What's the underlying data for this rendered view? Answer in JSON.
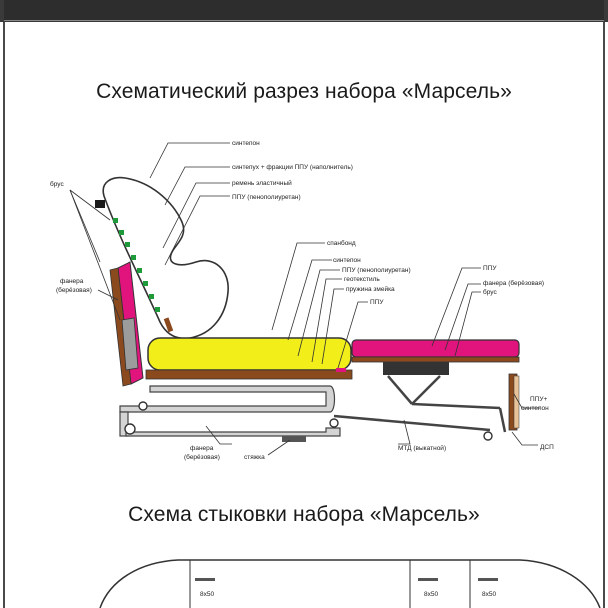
{
  "titles": {
    "section1": "Схематический разрез набора «Марсель»",
    "section2": "Схема стыковки набора «Марсель»"
  },
  "labels": {
    "sintepon_top": "синтепон",
    "sintepuh": "синтепух + фракции ППУ (наполнитель)",
    "remen": "ремень эластичный",
    "ppu_back": "ППУ (пенополиуретан)",
    "brus_left": "брус",
    "fanera_left_1": "фанера",
    "fanera_left_2": "(берёзовая)",
    "spanbond": "спанбонд",
    "sintepon_seat": "синтепон",
    "ppu_seat": "ППУ (пенополиуретан)",
    "geotekstil": "геотекстиль",
    "pruzhina": "пружина змейка",
    "ppu_small": "ППУ",
    "ppu_right": "ППУ",
    "fanera_right": "фанера (берёзовая)",
    "brus_right": "брус",
    "ppu_sintepon_1": "ППУ+",
    "ppu_sintepon_2": "синтепон",
    "fanera_bottom_1": "фанера",
    "fanera_bottom_2": "(берёзовая)",
    "styazhka": "стяжка",
    "mtd": "МТД (выкатной)",
    "dsp": "ДСП",
    "size_a": "8х50",
    "size_b": "8х50",
    "size_c": "8х50"
  },
  "colors": {
    "seat_yellow": "#f2ee1a",
    "magenta": "#e0147c",
    "wood_brown": "#8b4a1e",
    "green_spring": "#1f9a3a",
    "frame_gray": "#b9b9b9"
  }
}
